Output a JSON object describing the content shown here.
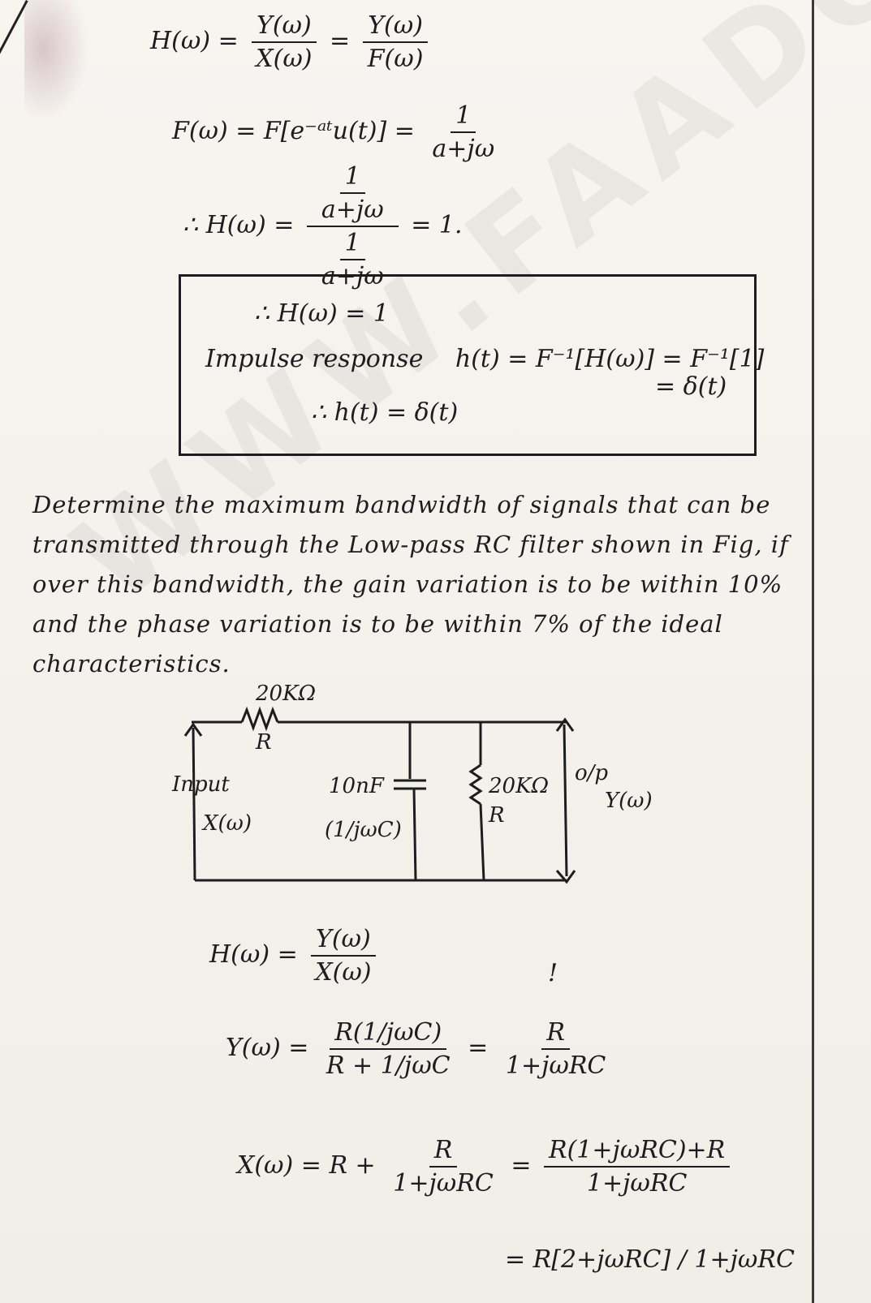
{
  "equations_top": {
    "eq1_lhs": "H(ω) =",
    "eq1_frac1_num": "Y(ω)",
    "eq1_frac1_den": "X(ω)",
    "eq1_eq": "=",
    "eq1_frac2_num": "Y(ω)",
    "eq1_frac2_den": "F(ω)",
    "eq2": "F(ω) = F[e⁻ᵃᵗu(t)] =",
    "eq2_frac_num": "1",
    "eq2_frac_den": "a+jω",
    "eq3_lhs": "∴ H(ω) =",
    "eq3_num_num": "1",
    "eq3_num_den": "a+jω",
    "eq3_den_num": "1",
    "eq3_den_den": "a+jω",
    "eq3_rhs": "= 1."
  },
  "boxed": {
    "line1": "∴ H(ω) = 1",
    "line2_label": "Impulse response",
    "line2_expr": "h(t) = F⁻¹[H(ω)] = F⁻¹[1]",
    "line3_expr": "= δ(t)",
    "line4": "∴ h(t) = δ(t)"
  },
  "problem": {
    "text": "Determine the maximum bandwidth of signals that can be transmitted through the Low-pass RC filter shown in Fig, if over this bandwidth, the gain variation is to be within 10% and the phase variation is to be within 7% of the ideal characteristics."
  },
  "circuit": {
    "resistor_value": "20KΩ",
    "resistor_name": "R",
    "input_label": "Input",
    "input_signal": "X(ω)",
    "capacitor_value": "10nF",
    "capacitor_impedance": "(1/jωC)",
    "shunt_resistor_value": "20KΩ",
    "shunt_resistor_name": "R",
    "output_label": "o/p",
    "output_signal": "Y(ω)"
  },
  "equations_bottom": {
    "h_lhs": "H(ω) =",
    "h_num": "Y(ω)",
    "h_den": "X(ω)",
    "y_lhs": "Y(ω) =",
    "y_num": "R(1/jωC)",
    "y_den": "R + 1/jωC",
    "y_eq": "=",
    "y_r_num": "R",
    "y_r_den": "1+jωRC",
    "x_lhs": "X(ω) = R +",
    "x_frac_num": "R",
    "x_frac_den": "1+jωRC",
    "x_eq": "=",
    "x_r_num": "R(1+jωRC)+R",
    "x_r_den": "1+jωRC",
    "x_last": "= R[2+jωRC] / 1+jωRC"
  },
  "stray_mark": "!"
}
